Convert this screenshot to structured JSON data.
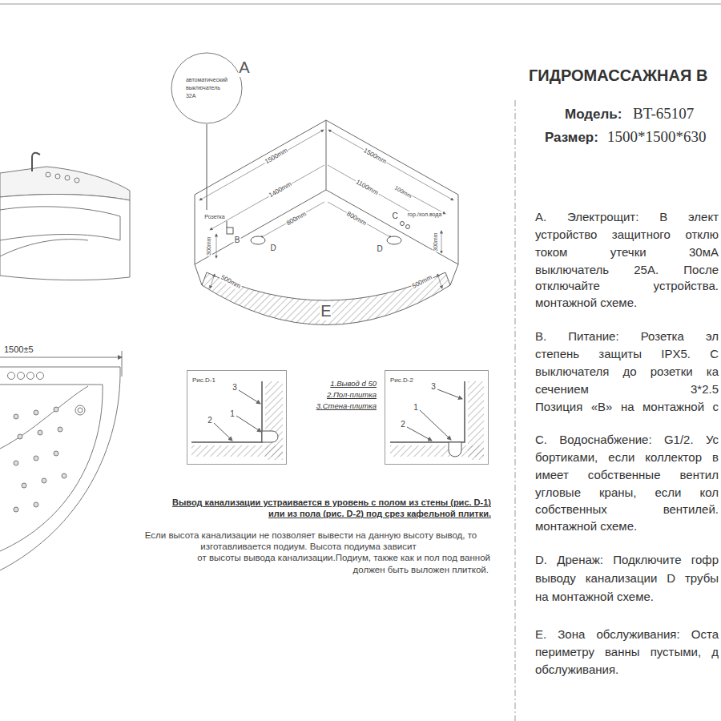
{
  "diagram": {
    "title": "ГИДРОМАССАЖНАЯ В",
    "nodes": [
      {
        "text": [
          "автоматический выключатель 32А"
        ]
      },
      {
        "text": [
          "Рис.D-1"
        ]
      },
      {
        "text": [
          "Рис.D-2"
        ]
      }
    ],
    "labels": [
      "A",
      "1500mm",
      "1500mm",
      "1400mm",
      "1100mm",
      "100mm",
      "800mm",
      "800mm",
      "Розетка",
      "C",
      "гор./хол.вода",
      "B",
      "D",
      "D",
      "300mm",
      "300mm",
      "500mm",
      "500mm",
      "E",
      "Модель:",
      "BT-65107",
      "Размер:",
      "1500*1500*630",
      "А. Электрощит: В элект",
      "устройство защитного отклю",
      "током утечки 30мА",
      "выключатель 25А. После",
      "отключайте устройства.",
      "монтажной схеме.",
      "В. Питание: Розетка эл",
      "степень защиты IPX5. С",
      "выключателя до розетки ка",
      "сечением 3*2.5",
      "Позиция «В» на монтажной с",
      "С. Водоснабжение: G1/2. Ус",
      "бортиками, если коллектор в",
      "имеет собственные вентил",
      "угловые краны, если кол",
      "собственных вентилей.",
      "монтажной схеме.",
      "D. Дренаж: Подключите гофр",
      "выводу канализации D трубы",
      "на монтажной схеме.",
      "Е. Зона обслуживания: Оста",
      "периметру ванны пустыми, д",
      "обслуживания.",
      "1500±5",
      "1.Вывод d 50",
      "2.Пол-плитка",
      "3.Стена-плитка",
      "3",
      "1",
      "2",
      "3",
      "1",
      "2",
      "Вывод канализации устраивается в уровень с полом из стены (рис. D-1)",
      "или из пола (рис. D-2) под срез кафельной плитки.",
      "Если высота канализации не позволяет вывести на данную высоту вывод, то",
      "изготавливается подиум. Высота подиума зависит",
      "от высоты вывода канализации.Подиум, также как и пол под ванной",
      "должен быть выложен плиткой."
    ]
  }
}
